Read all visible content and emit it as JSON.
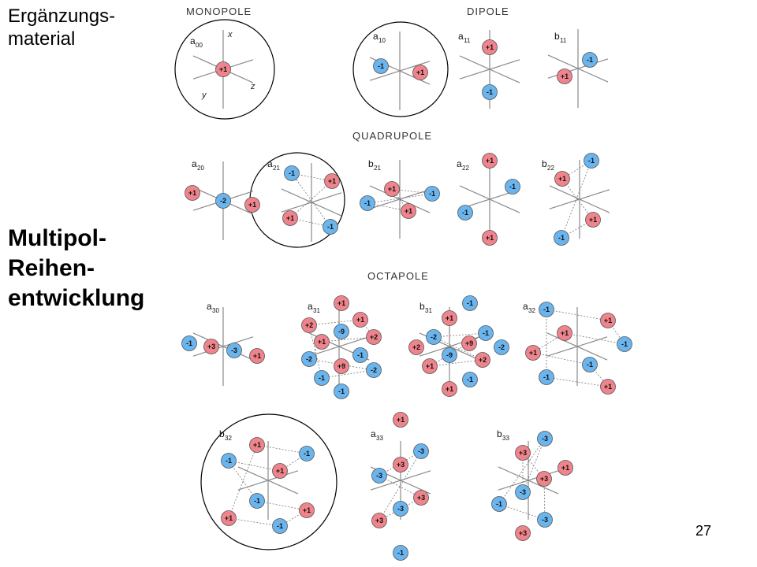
{
  "header": {
    "line1": "Ergänzungs-",
    "line2": "material"
  },
  "title": {
    "line1": "Multipol-",
    "line2": "Reihen-",
    "line3": "entwicklung"
  },
  "page_number": "27",
  "sections": {
    "monopole": "MONOPOLE",
    "dipole": "DIPOLE",
    "quadrupole": "QUADRUPOLE",
    "octapole": "OCTAPOLE"
  },
  "axis_labels": {
    "x": "x",
    "y": "y",
    "z": "z"
  },
  "colors": {
    "positive": "#f0848c",
    "negative": "#6bb5ee",
    "line": "#8a8a8a",
    "circle": "#000000"
  },
  "diagrams": [
    {
      "sym": "a",
      "sub": "00",
      "charges": [
        "+1"
      ]
    },
    {
      "sym": "a",
      "sub": "10",
      "charges": [
        "-1",
        "+1"
      ]
    },
    {
      "sym": "a",
      "sub": "11",
      "charges": [
        "+1",
        "-1"
      ]
    },
    {
      "sym": "b",
      "sub": "11",
      "charges": [
        "-1",
        "+1"
      ]
    },
    {
      "sym": "a",
      "sub": "20",
      "charges": [
        "+1",
        "-2",
        "+1"
      ]
    },
    {
      "sym": "a",
      "sub": "21",
      "charges": [
        "-1",
        "+1",
        "+1",
        "-1"
      ]
    },
    {
      "sym": "b",
      "sub": "21",
      "charges": [
        "+1",
        "-1",
        "-1",
        "+1"
      ]
    },
    {
      "sym": "a",
      "sub": "22",
      "charges": [
        "+1",
        "-1",
        "-1",
        "+1"
      ]
    },
    {
      "sym": "b",
      "sub": "22",
      "charges": [
        "-1",
        "+1",
        "+1",
        "-1"
      ]
    },
    {
      "sym": "a",
      "sub": "30",
      "charges": [
        "-1",
        "+3",
        "-3",
        "+1"
      ]
    },
    {
      "sym": "a",
      "sub": "31",
      "charges": [
        "+1",
        "+2",
        "-9",
        "+1",
        "+1",
        "+2",
        "-2",
        "-1",
        "+9",
        "-2",
        "-1",
        "-1"
      ]
    },
    {
      "sym": "b",
      "sub": "31",
      "charges": [
        "-1",
        "+1",
        "-2",
        "-1",
        "+2",
        "-9",
        "+9",
        "-2",
        "+1",
        "+2",
        "-1",
        "+1"
      ]
    },
    {
      "sym": "a",
      "sub": "32",
      "charges": [
        "-1",
        "+1",
        "+1",
        "-1",
        "+1",
        "-1",
        "-1",
        "+1"
      ]
    },
    {
      "sym": "b",
      "sub": "32",
      "charges": [
        "+1",
        "-1",
        "-1",
        "+1",
        "-1",
        "+1",
        "+1",
        "-1"
      ]
    },
    {
      "sym": "a",
      "sub": "33",
      "charges": [
        "+1",
        "-3",
        "+3",
        "-3",
        "+3",
        "-3",
        "+3",
        "-1"
      ]
    },
    {
      "sym": "b",
      "sub": "33",
      "charges": [
        "-3",
        "+3",
        "+1",
        "+3",
        "-3",
        "-1",
        "-3",
        "+3"
      ]
    }
  ]
}
